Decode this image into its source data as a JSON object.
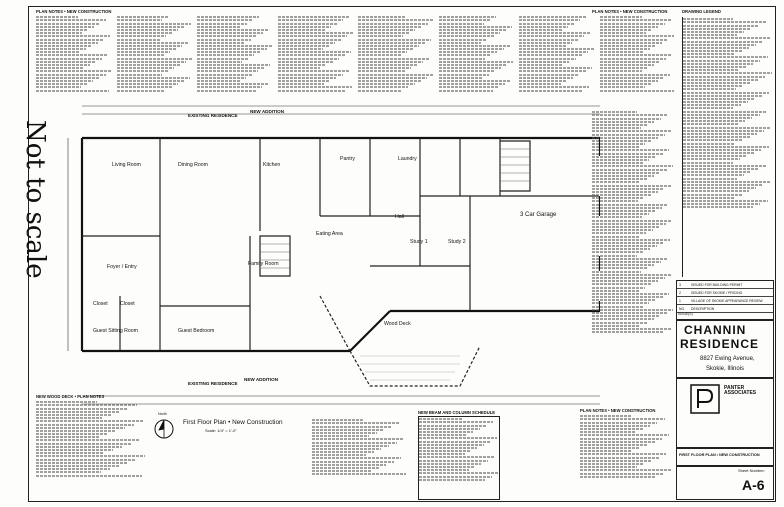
{
  "watermark": "Not to scale",
  "top_notes": {
    "left_title": "PLAN NOTES • NEW CONSTRUCTION",
    "right_title": "PLAN NOTES • NEW CONSTRUCTION"
  },
  "legend": {
    "title": "DRAWING LEGEND"
  },
  "rooms": {
    "living_room": "Living Room",
    "dining_room": "Dining Room",
    "kitchen": "Kitchen",
    "pantry": "Pantry",
    "laundry": "Laundry",
    "family_room": "Family Room",
    "eating_area": "Eating Area",
    "hall": "Hall",
    "study1": "Study 1",
    "study2": "Study 2",
    "garage": "3 Car Garage",
    "foyer": "Foyer / Entry",
    "closet1": "Closet",
    "closet2": "Closet",
    "guest_sitting": "Guest Sitting Room",
    "guest_bedroom": "Guest Bedroom",
    "wood_deck": "Wood Deck"
  },
  "markers": {
    "existing_residence_top": "EXISTING RESIDENCE",
    "new_addition_top": "NEW ADDITION",
    "existing_residence_bottom": "EXISTING RESIDENCE",
    "new_addition_bottom": "NEW ADDITION"
  },
  "plan_title": {
    "title": "First Floor Plan • New Construction",
    "scale": "Scale: 1/4\" = 1'-0\"",
    "north": "North"
  },
  "bottom_notes": {
    "deck_title": "NEW WOOD DECK • PLAN NOTES",
    "schedule_title": "NEW BEAM AND COLUMN SCHEDULE"
  },
  "title_block": {
    "project": "CHANNIN RESIDENCE",
    "project_line1": "CHANNIN",
    "project_line2": "RESIDENCE",
    "address1": "8827 Ewing Avenue,",
    "address2": "Skokie, Illinois",
    "firm": "PANTER ASSOCIATES",
    "sheet_title": "FIRST FLOOR PLAN • NEW CONSTRUCTION",
    "sheet_number_label": "Sheet Number:",
    "sheet_number": "A-6",
    "issues": [
      {
        "no": "3",
        "desc": "ISSUED FOR BUILDING PERMIT"
      },
      {
        "no": "2",
        "desc": "ISSUED FOR SKOKIE / PRICING"
      },
      {
        "no": "1",
        "desc": "VILLAGE OF SKOKIE APPEARANCE REVIEW"
      },
      {
        "no": "NO.",
        "desc": "DESCRIPTION"
      }
    ],
    "issues_label": "ISSUE(S)"
  },
  "colors": {
    "ink": "#111111",
    "paper": "#fdfdfb",
    "hatch": "#555555"
  }
}
